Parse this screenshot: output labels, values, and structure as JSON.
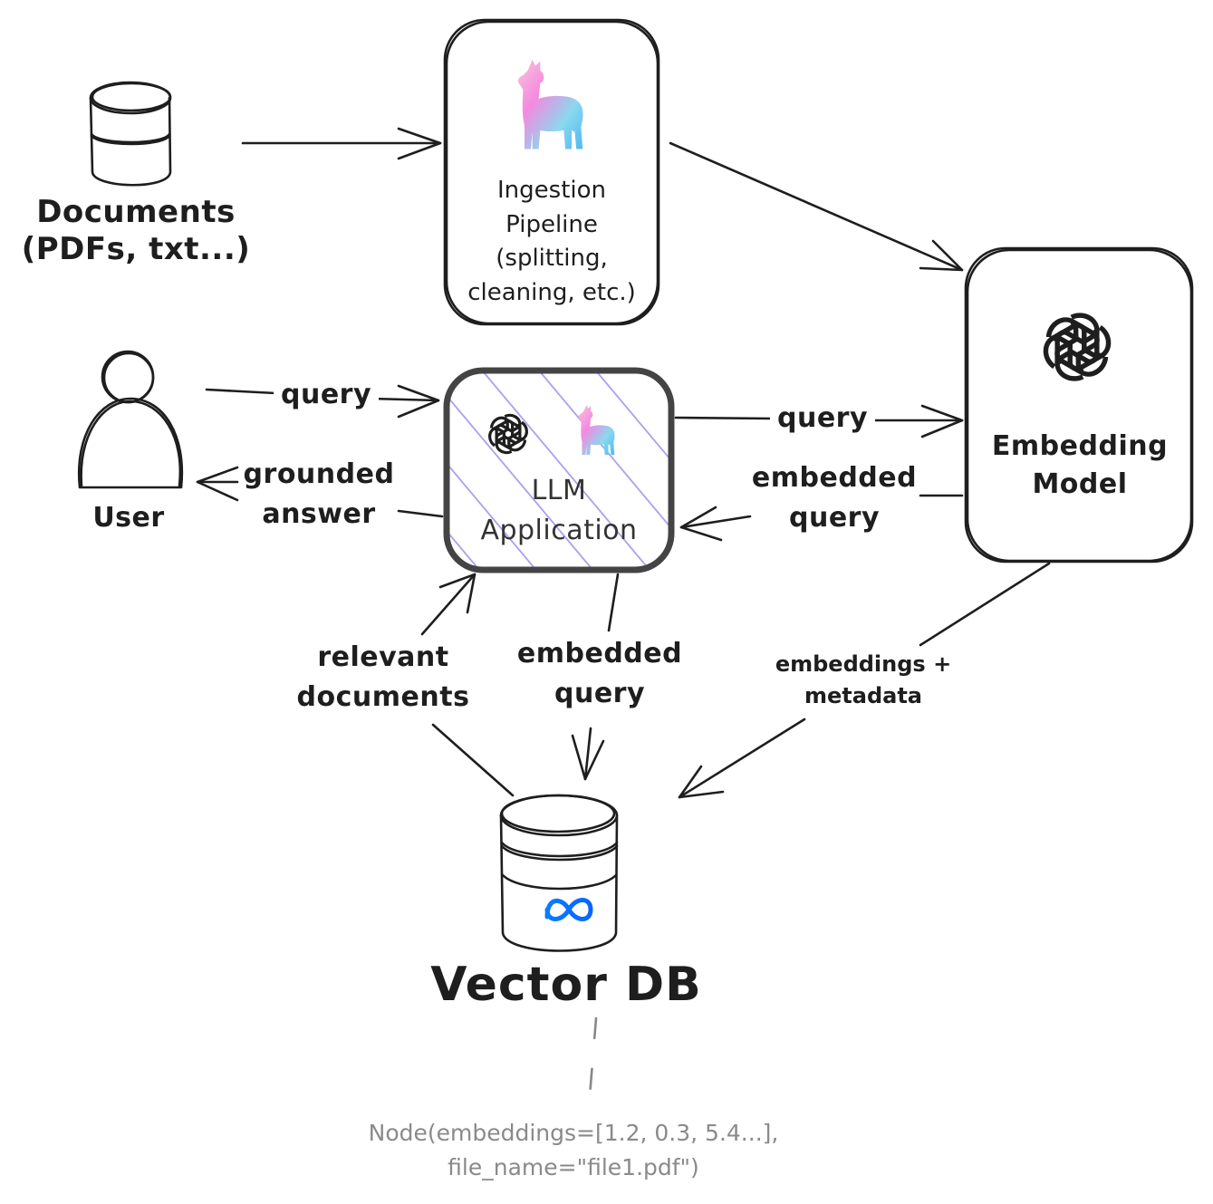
{
  "nodes": {
    "documents": {
      "line1": "Documents",
      "line2": "(PDFs, txt...)"
    },
    "ingestion": {
      "line1": "Ingestion",
      "line2": "Pipeline",
      "line3": "(splitting,",
      "line4": "cleaning, etc.)"
    },
    "embedding_model": {
      "line1": "Embedding",
      "line2": "Model"
    },
    "user": {
      "label": "User"
    },
    "llm_app": {
      "line1": "LLM",
      "line2": "Application"
    },
    "vector_db": {
      "label": "Vector DB"
    }
  },
  "edges": {
    "user_query": "query",
    "grounded_answer": {
      "line1": "grounded",
      "line2": "answer"
    },
    "app_query": "query",
    "embedded_query_back": {
      "line1": "embedded",
      "line2": "query"
    },
    "relevant_documents": {
      "line1": "relevant",
      "line2": "documents"
    },
    "embedded_query_db": {
      "line1": "embedded",
      "line2": "query"
    },
    "embeddings_metadata": {
      "line1": "embeddings +",
      "line2": "metadata"
    }
  },
  "node_example": {
    "line1": "Node(embeddings=[1.2, 0.3, 5.4...],",
    "line2": "file_name=\"file1.pdf\")"
  },
  "icons": [
    "database-icon",
    "llama-icon",
    "openai-icon",
    "user-icon",
    "meta-icon"
  ],
  "colors": {
    "stroke": "#1e1e1e",
    "hatch": "#a89cf0",
    "meta_blue": "#0866ff",
    "note_gray": "#8a8a8a"
  }
}
